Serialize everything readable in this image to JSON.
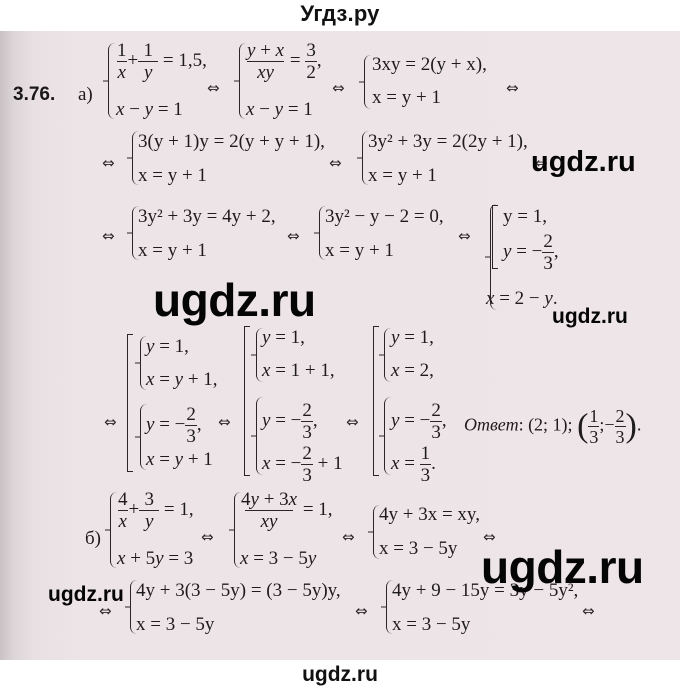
{
  "header": {
    "site_title": "Угдз.ру"
  },
  "footer": {
    "watermark": "ugdz.ru"
  },
  "watermarks": {
    "big_1": "ugdz.ru",
    "big_2": "ugdz.ru",
    "big_3": "ugdz.ru",
    "mid_1": "ugdz.ru",
    "small_1": "ugdz.ru",
    "small_2": "ugdz.ru"
  },
  "problem": {
    "number": "3.76.",
    "iff": "⇔",
    "part_a": {
      "label": "а)",
      "step1": {
        "eq1": "1/x + 1/y = 1,5,",
        "eq2": "x − y = 1"
      },
      "step2": {
        "eq1": "(y + x)/(xy) = 3/2,",
        "eq2": "x − y = 1"
      },
      "step3": {
        "eq1": "3xy = 2(y + x),",
        "eq2": "x = y + 1"
      },
      "step4": {
        "eq1": "3(y + 1)y = 2(y + y + 1),",
        "eq2": "x = y + 1"
      },
      "step5": {
        "eq1": "3y² + 3y = 2(2y + 1),",
        "eq2": "x = y + 1"
      },
      "step6": {
        "eq1": "3y² + 3y = 4y + 2,",
        "eq2": "x = y + 1"
      },
      "step7": {
        "eq1": "3y² − y − 2 = 0,",
        "eq2": "x = y + 1"
      },
      "step8": {
        "y1": "y = 1,",
        "y2": "y = −2/3,",
        "x": "x = 2 − y."
      },
      "step9": {
        "s1_y": "y = 1,",
        "s1_x": "x = y + 1,",
        "s2_y": "y = −2/3,",
        "s2_x": "x = y + 1"
      },
      "step10": {
        "s1_y": "y = 1,",
        "s1_x": "x = 1 + 1,",
        "s2_y": "y = −2/3,",
        "s2_x": "x = −2/3 + 1"
      },
      "step11": {
        "s1_y": "y = 1,",
        "s1_x": "x = 2,",
        "s2_y": "y = −2/3,",
        "s2_x": "x = 1/3."
      },
      "answer": {
        "label": "Ответ",
        "value": "(2; 1); (1/3; −2/3)."
      }
    },
    "part_b": {
      "label": "б)",
      "step1": {
        "eq1": "4/x + 3/y = 1,",
        "eq2": "x + 5y = 3"
      },
      "step2": {
        "eq1": "(4y + 3x)/(xy) = 1,",
        "eq2": "x = 3 − 5y"
      },
      "step3": {
        "eq1": "4y + 3x = xy,",
        "eq2": "x = 3 − 5y"
      },
      "step4": {
        "eq1": "4y + 3(3 − 5y) = (3 − 5y)y,",
        "eq2": "x = 3 − 5y"
      },
      "step5": {
        "eq1": "4y + 9 − 15y = 3y − 5y²,",
        "eq2": "x = 3 − 5y"
      }
    }
  }
}
